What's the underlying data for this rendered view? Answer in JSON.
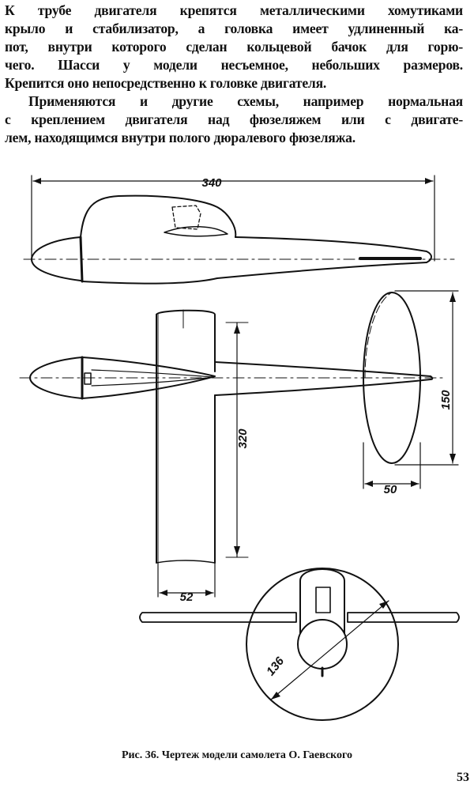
{
  "text": {
    "lines": [
      "К трубе двигателя крепятся металлическими хомутиками",
      "крыло и стабилизатор, а головка имеет удлиненный ка-",
      "пот, внутри которого сделан кольцевой бачок для горю-",
      "чего. Шасси у модели несъемное, небольших размеров.",
      "Крепится оно непосредственно к головке двигателя.",
      "Применяются и другие схемы, например нормальная",
      "с креплением двигателя над фюзеляжем или с двигате-",
      "лем, находящимся внутри полого дюралевого фюзеляжа."
    ]
  },
  "drawing": {
    "dimensions": {
      "length": "340",
      "stabilizer_span": "150",
      "stabilizer_chord": "50",
      "wing_span": "320",
      "wing_chord": "52",
      "prop_diameter": "136"
    }
  },
  "caption": "Рис. 36. Чертеж модели самолета О. Гаевского",
  "page_number": "53"
}
